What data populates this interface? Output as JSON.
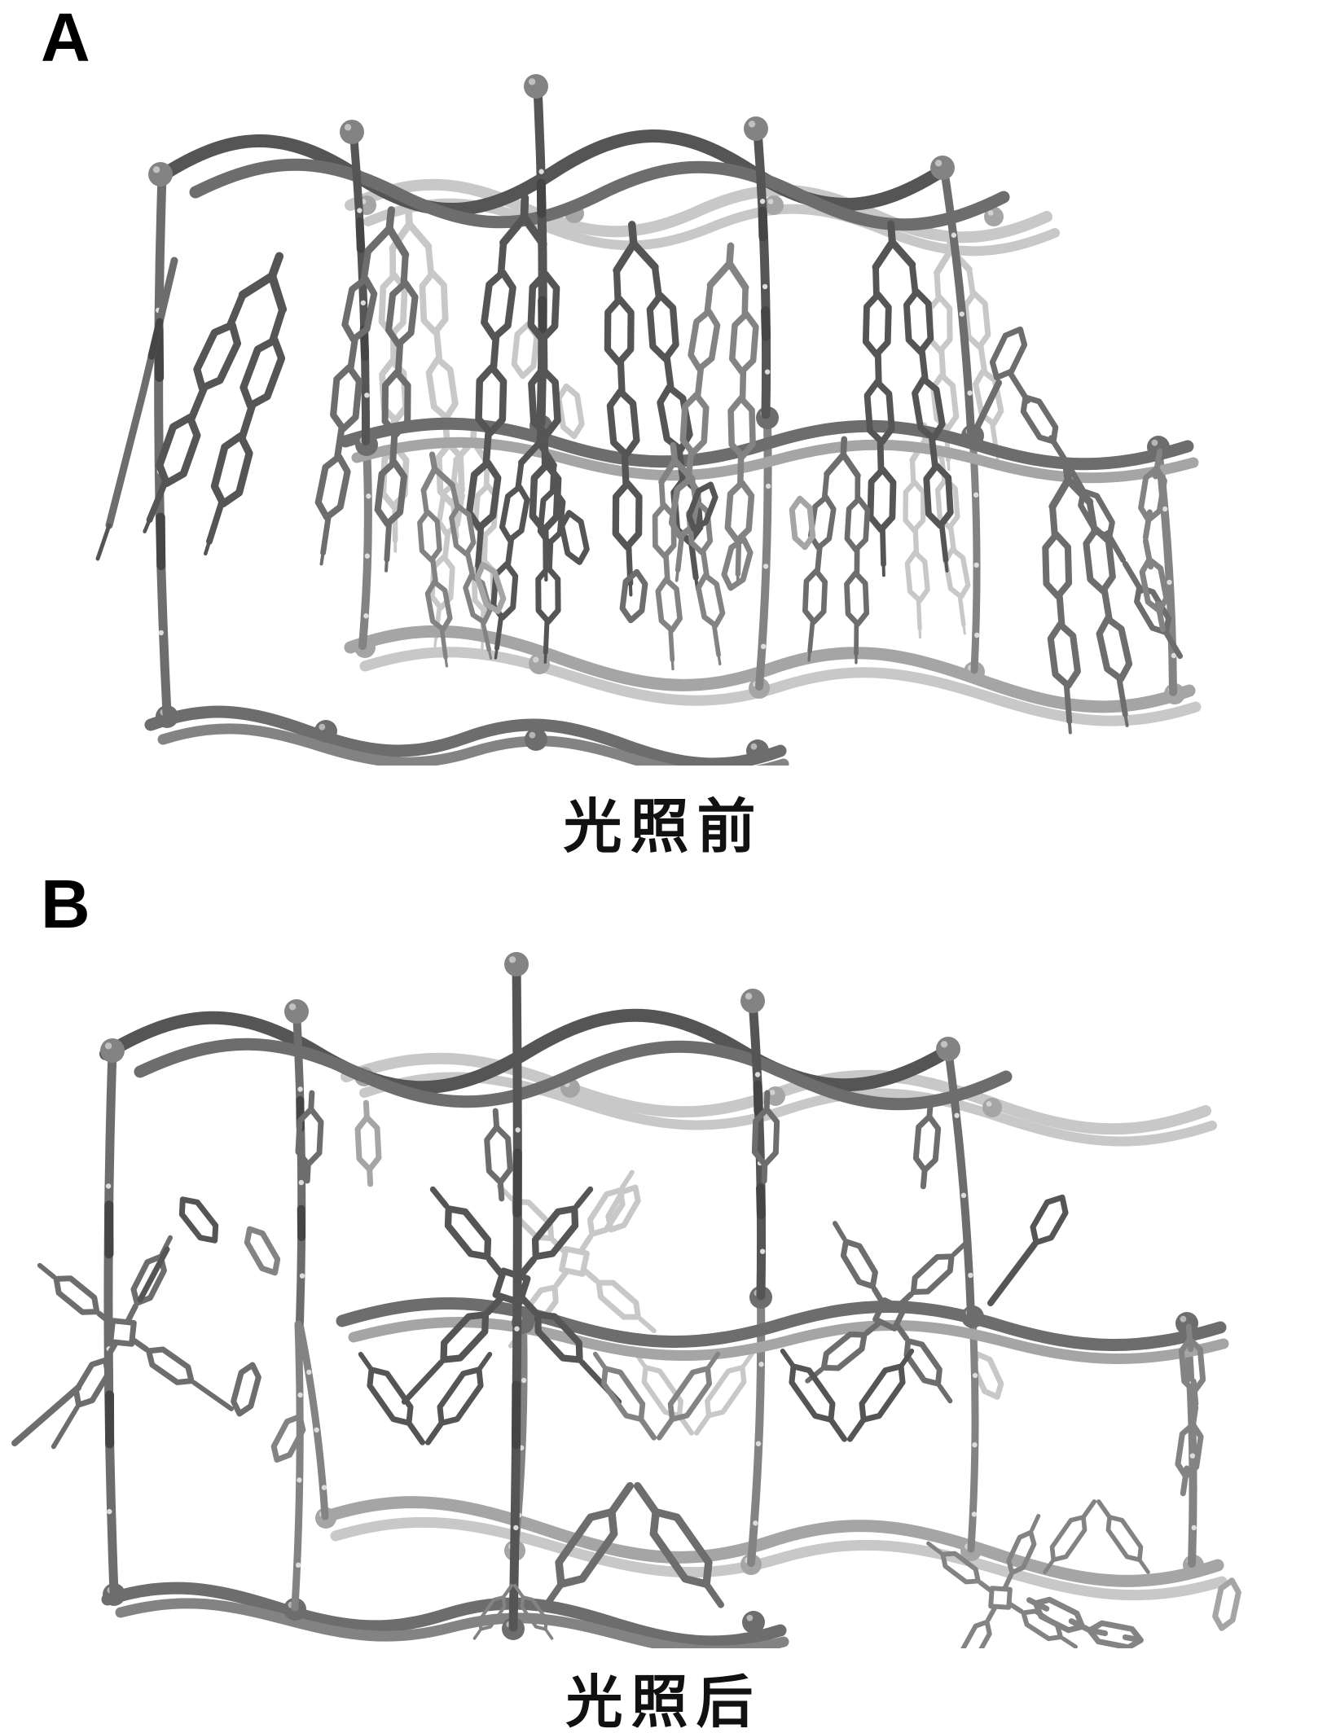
{
  "figure": {
    "panels": [
      {
        "label": "A",
        "caption": "光照前",
        "alt": "molecular framework structure before illumination"
      },
      {
        "label": "B",
        "caption": "光照后",
        "alt": "molecular framework structure after illumination"
      }
    ],
    "colors": {
      "background": "#ffffff",
      "panel_label": "#000000",
      "caption_text": "#111111",
      "tube_dark": "#555555",
      "tube_mid": "#6d6d6d",
      "tube_mid2": "#838383",
      "tube_light": "#a5a5a5",
      "tube_faint": "#c8c8c8",
      "tube_band": "#454545",
      "node_highlight": "rgba(255,255,255,0.5)",
      "atom_dot": "#dddddd"
    }
  }
}
